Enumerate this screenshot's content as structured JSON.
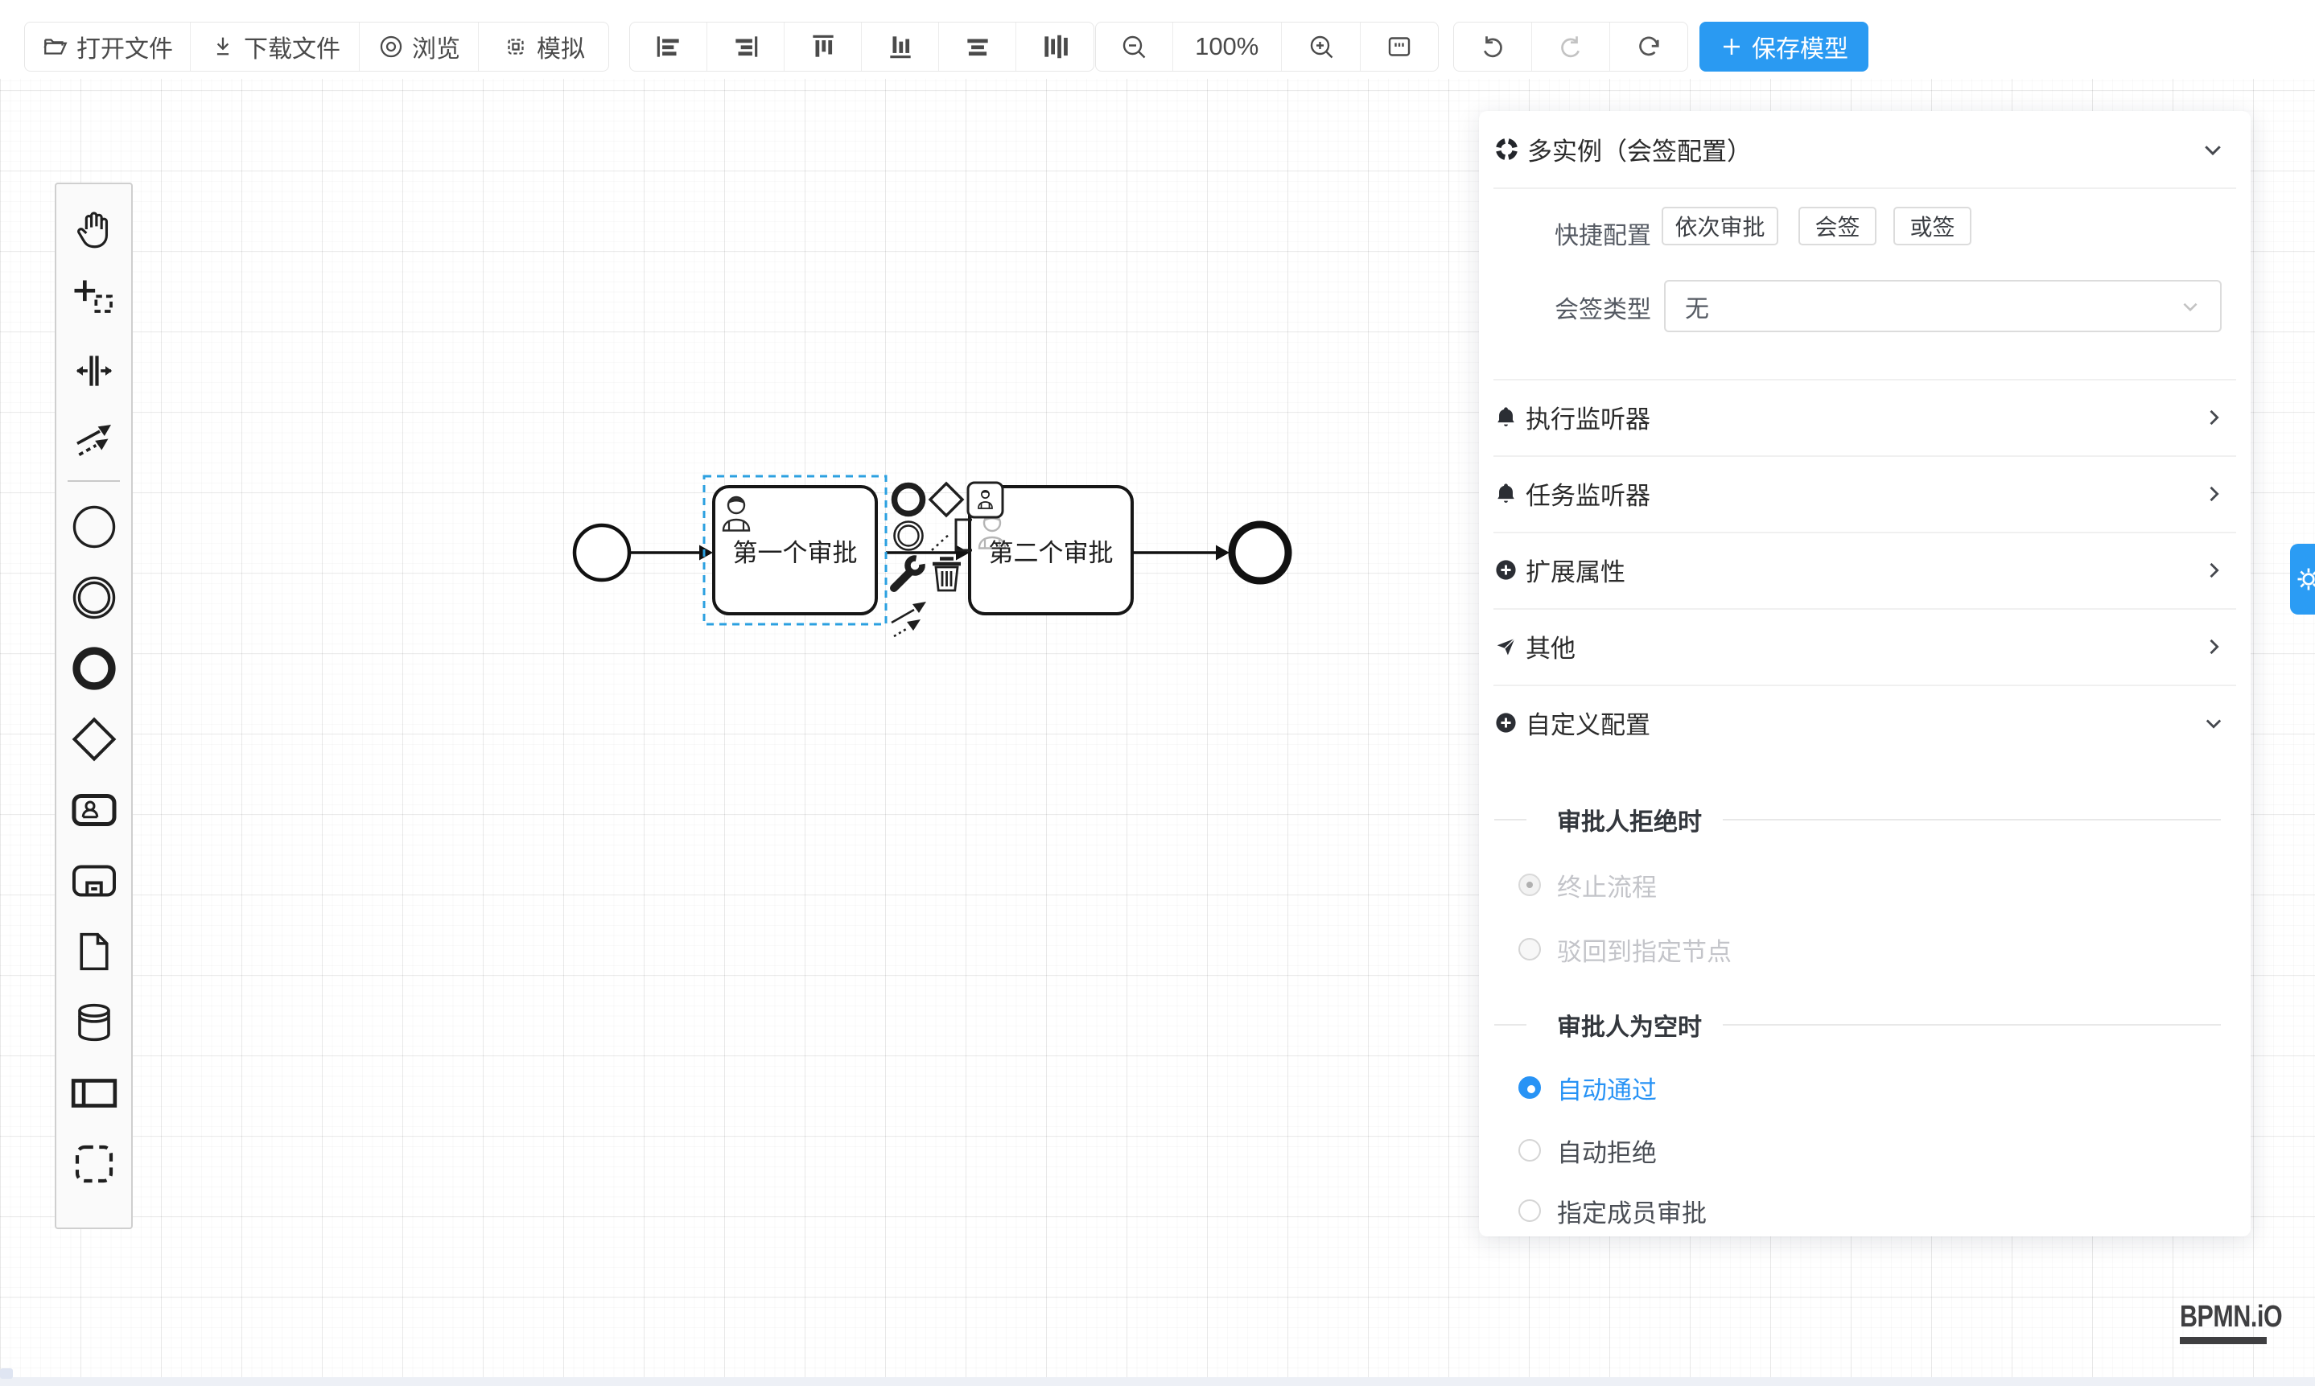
{
  "toolbar": {
    "open_label": "打开文件",
    "download_label": "下载文件",
    "preview_label": "浏览",
    "simulate_label": "模拟",
    "zoom_level": "100%",
    "save_label": "保存模型",
    "accent_color": "#2a9af2"
  },
  "canvas": {
    "task1_label": "第一个审批",
    "task2_label": "第二个审批",
    "selection_color": "#2ba0e0",
    "logo_text": "BPMN.iO"
  },
  "panel": {
    "header_title": "多实例（会签配置）",
    "quick_config_label": "快捷配置",
    "quick_buttons": [
      "依次审批",
      "会签",
      "或签"
    ],
    "sign_type_label": "会签类型",
    "sign_type_value": "无",
    "sections": [
      "执行监听器",
      "任务监听器",
      "扩展属性",
      "其他",
      "自定义配置"
    ],
    "reject_divider": "审批人拒绝时",
    "reject_options": [
      "终止流程",
      "驳回到指定节点"
    ],
    "empty_divider": "审批人为空时",
    "empty_options": [
      "自动通过",
      "自动拒绝",
      "指定成员审批"
    ]
  }
}
